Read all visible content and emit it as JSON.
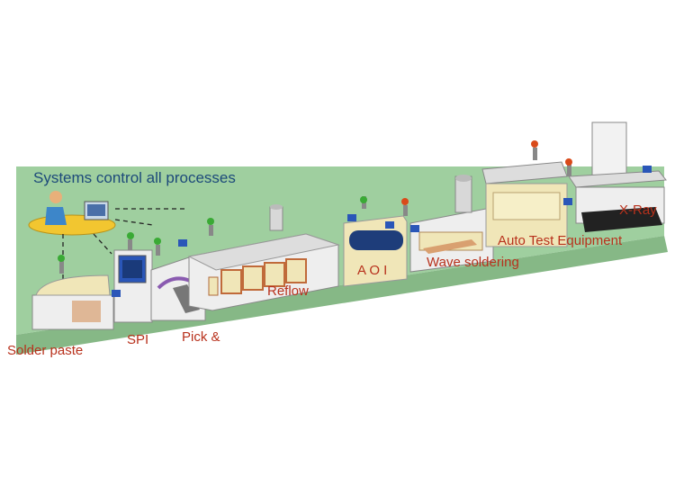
{
  "diagram": {
    "title": "Systems control all processes",
    "stations": [
      {
        "id": "solder-paste",
        "label": "Solder paste"
      },
      {
        "id": "spi",
        "label": "SPI"
      },
      {
        "id": "pick-place",
        "label": "Pick &"
      },
      {
        "id": "reflow",
        "label": "Reflow"
      },
      {
        "id": "aoi",
        "label": "A O I"
      },
      {
        "id": "wave-soldering",
        "label": "Wave soldering"
      },
      {
        "id": "auto-test",
        "label": "Auto Test Equipment"
      },
      {
        "id": "x-ray",
        "label": "X-Ray"
      }
    ]
  },
  "colors": {
    "floor_top": "#9fcf9f",
    "floor_front": "#86b886",
    "label_text": "#b8311c",
    "title_text": "#1d4a7a",
    "machine_body": "#eeeeee",
    "machine_shade": "#cfcfcf",
    "panel_tan": "#f0e6b8",
    "panel_orange": "#d9a070",
    "aoi_window": "#1e3d7a",
    "beacon_green": "#3aaa35",
    "beacon_red": "#d94a1a",
    "monitor_blue": "#2a56b8"
  }
}
